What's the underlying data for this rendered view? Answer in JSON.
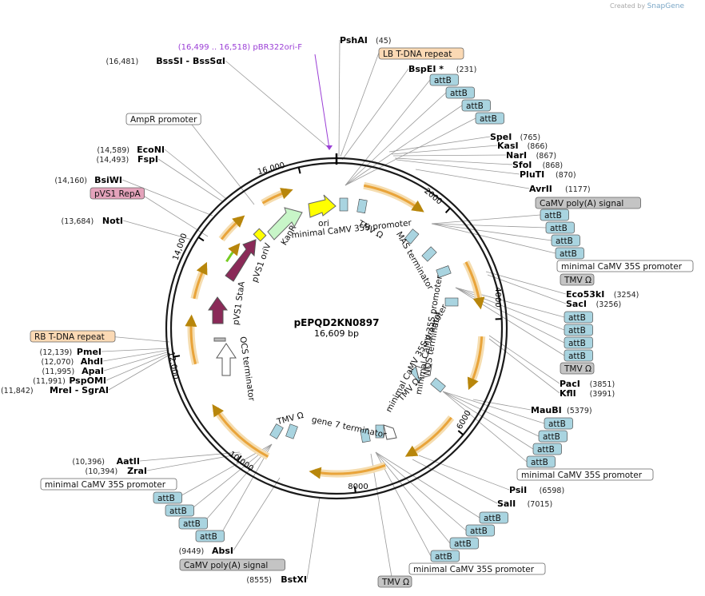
{
  "credit": {
    "prefix": "Created by",
    "brand": "SnapGene"
  },
  "plasmid": {
    "name": "pEPQD2KN0897",
    "length_label": "16,609 bp",
    "length": 16609
  },
  "ticks": [
    "2000",
    "4000",
    "6000",
    "8000",
    "10,000",
    "12,000",
    "14,000",
    "16,000"
  ],
  "primer": {
    "range": "(16,499 .. 16,518)",
    "name": "pBR322ori-F"
  },
  "sites": [
    {
      "name": "PshAI",
      "pos": "(45)"
    },
    {
      "name": "BspEI *",
      "pos": "(231)"
    },
    {
      "name": "SpeI",
      "pos": "(765)"
    },
    {
      "name": "KasI",
      "pos": "(866)"
    },
    {
      "name": "NarI",
      "pos": "(867)"
    },
    {
      "name": "SfoI",
      "pos": "(868)"
    },
    {
      "name": "PluTI",
      "pos": "(870)"
    },
    {
      "name": "AvrII",
      "pos": "(1177)"
    },
    {
      "name": "Eco53kI",
      "pos": "(3254)"
    },
    {
      "name": "SacI",
      "pos": "(3256)"
    },
    {
      "name": "PacI",
      "pos": "(3851)"
    },
    {
      "name": "KflI",
      "pos": "(3991)"
    },
    {
      "name": "MauBI",
      "pos": "(5379)"
    },
    {
      "name": "PsiI",
      "pos": "(6598)"
    },
    {
      "name": "SalI",
      "pos": "(7015)"
    },
    {
      "name": "BstXI",
      "pos": "(8555)"
    },
    {
      "name": "AbsI",
      "pos": "(9449)"
    },
    {
      "name": "AatII",
      "pos": "(10,396)"
    },
    {
      "name": "ZraI",
      "pos": "(10,394)"
    },
    {
      "name": "PmeI",
      "pos": "(12,139)"
    },
    {
      "name": "AhdI",
      "pos": "(12,070)"
    },
    {
      "name": "ApaI",
      "pos": "(11,995)"
    },
    {
      "name": "PspOMI",
      "pos": "(11,991)"
    },
    {
      "name": "MreI - SgrAI",
      "pos": "(11,842)"
    },
    {
      "name": "NotI",
      "pos": "(13,684)"
    },
    {
      "name": "BsiWI",
      "pos": "(14,160)"
    },
    {
      "name": "FspI",
      "pos": "(14,493)"
    },
    {
      "name": "EcoNI",
      "pos": "(14,589)"
    },
    {
      "name": "BssSI - BssSαI",
      "pos": "(16,481)"
    }
  ],
  "tags": {
    "lb": "LB T-DNA repeat",
    "rb": "RB T-DNA repeat",
    "attb": "attB",
    "camv_polya": "CaMV poly(A) signal",
    "min35s": "minimal CaMV 35S promoter",
    "tmv": "TMV Ω",
    "ampr": "AmpR promoter",
    "pvs1repa": "pVS1 RepA"
  },
  "features": {
    "ori": "ori",
    "kanr": "KanR",
    "pvs1_oriv": "pVS1 oriV",
    "pvs1_staa": "pVS1 StaA",
    "ocs": "OCS terminator",
    "tmv_top": "TMV Ω",
    "min35s_top": "minimal CaMV 35S promoter",
    "mas": "MAS terminator",
    "min35s_right": "minimal CaMV 35S promoter",
    "nos": "NOS terminator",
    "min35s_mid": "minimal CaMV 35S promoter",
    "tmv_mid": "TMV Ω",
    "gene7": "gene 7 terminator",
    "tmv_bottom": "TMV Ω"
  },
  "colors": {
    "backbone": "#1a1a1a",
    "orf": "#e9a43a",
    "orf_halo": "#f5ddb0",
    "ori": "#ffff00",
    "kanr": "#c8f5c8",
    "pvs1": "#8a2a58",
    "green": "#77cc22",
    "attb": "#a9d4e0",
    "tag_gray": "#c4c4c4",
    "tag_orange": "#fbd9b4",
    "tag_pink": "#e4a3bb",
    "primer": "#9b3fd6"
  }
}
